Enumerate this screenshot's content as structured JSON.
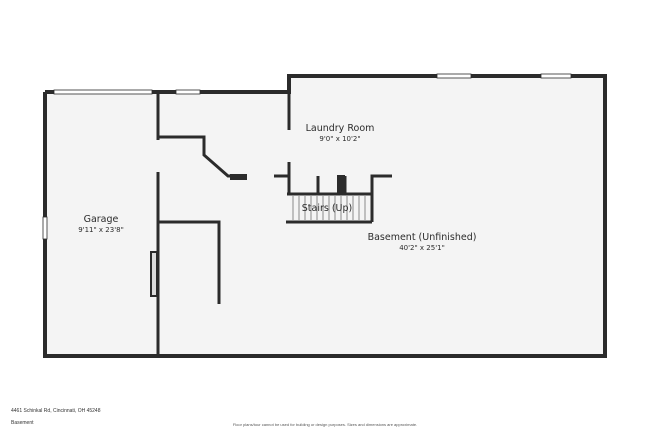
{
  "rooms": {
    "garage": {
      "name": "Garage",
      "dims": "9'11\" x 23'8\""
    },
    "laundry": {
      "name": "Laundry Room",
      "dims": "9'0\" x 10'2\""
    },
    "stairs": {
      "name": "Stairs (Up)"
    },
    "basement": {
      "name": "Basement (Unfinished)",
      "dims": "40'2\" x 25'1\""
    }
  },
  "footer": {
    "address": "4461 Schinkal Rd, Cincinnati, OH 45248",
    "level": "Basement",
    "disclaimer": "Floor plans/tour cannot be used for building or design purposes. Sizes and dimensions are approximate."
  },
  "colors": {
    "wall": "#2b2b2b",
    "floor": "#f4f4f4",
    "window": "#ffffff"
  }
}
